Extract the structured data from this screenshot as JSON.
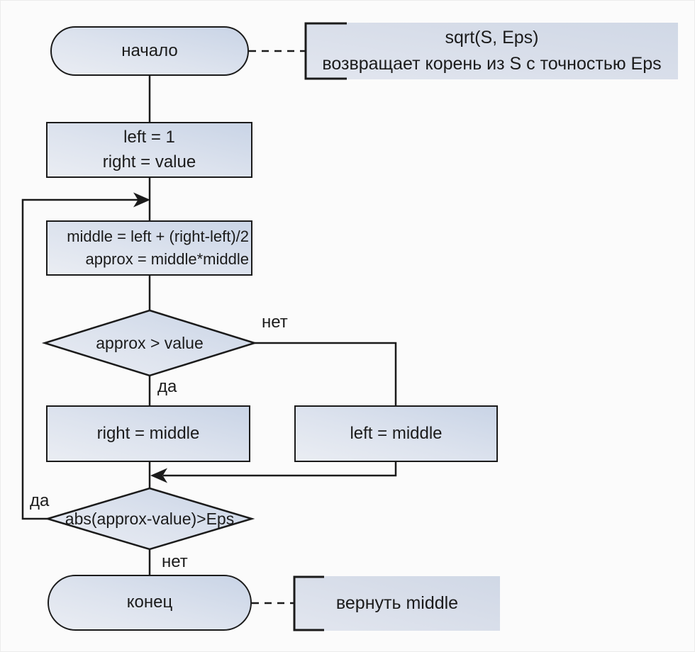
{
  "flowchart": {
    "start": {
      "label": "начало"
    },
    "start_annotation": {
      "title": "sqrt(S, Eps)",
      "description": "возвращает корень из S с точностью Eps"
    },
    "init_block": {
      "line1": "left = 1",
      "line2": "right = value"
    },
    "compute_block": {
      "line1": "middle = left + (right-left)/2",
      "line2": "approx = middle*middle"
    },
    "decision_approx": {
      "condition": "approx > value",
      "no_label": "нет",
      "yes_label": "да"
    },
    "right_assign_block": {
      "text": "right = middle"
    },
    "left_assign_block": {
      "text": "left = middle"
    },
    "decision_loop": {
      "condition": "abs(approx-value)>Eps",
      "yes_label": "да",
      "no_label": "нет"
    },
    "end": {
      "label": "конец"
    },
    "end_annotation": {
      "text": "вернуть middle"
    }
  },
  "colors": {
    "node_fill_light": "#eaedf3",
    "node_fill_dark": "#c9d4e6",
    "stroke": "#1b1b1b",
    "background": "#fbfbfb"
  }
}
